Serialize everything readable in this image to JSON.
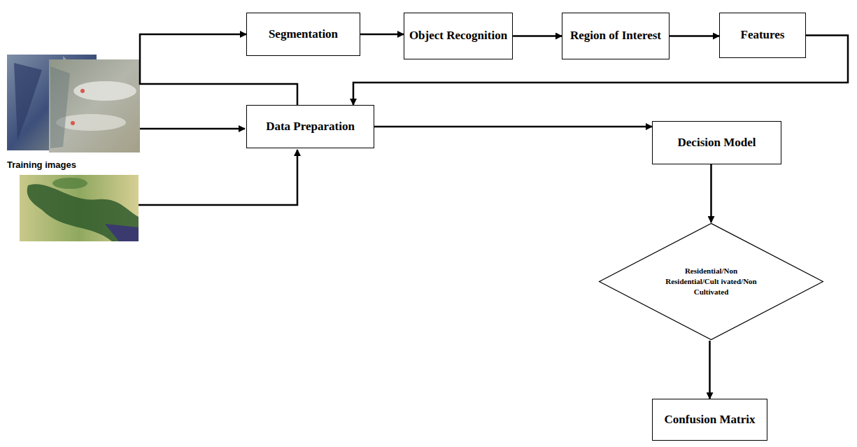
{
  "diagram": {
    "nodes": [
      {
        "text": [
          "Segmentation"
        ]
      },
      {
        "text": [
          "Object Recognition"
        ]
      },
      {
        "text": [
          "Region of Interest"
        ]
      },
      {
        "text": [
          "Features"
        ]
      },
      {
        "text": [
          "Data Preparation"
        ]
      },
      {
        "text": [
          "Decision Model"
        ]
      },
      {
        "text": [
          "Residential/Non Residential/Cult ivated/Non Cultivated"
        ]
      },
      {
        "text": [
          "Confusion Matrix"
        ]
      }
    ],
    "edges": [
      {
        "from": 4,
        "to": 0,
        "arrow": "to"
      },
      {
        "from": 0,
        "to": 1,
        "arrow": "to"
      },
      {
        "from": 1,
        "to": 2,
        "arrow": "to"
      },
      {
        "from": 2,
        "to": 3,
        "arrow": "to"
      },
      {
        "from": 3,
        "to": 4,
        "arrow": "to"
      },
      {
        "from": 4,
        "to": 5,
        "arrow": "to"
      },
      {
        "from": 5,
        "to": 6,
        "arrow": "to"
      },
      {
        "from": 6,
        "to": 7,
        "arrow": "to"
      }
    ],
    "labels": [
      "Training images"
    ]
  }
}
